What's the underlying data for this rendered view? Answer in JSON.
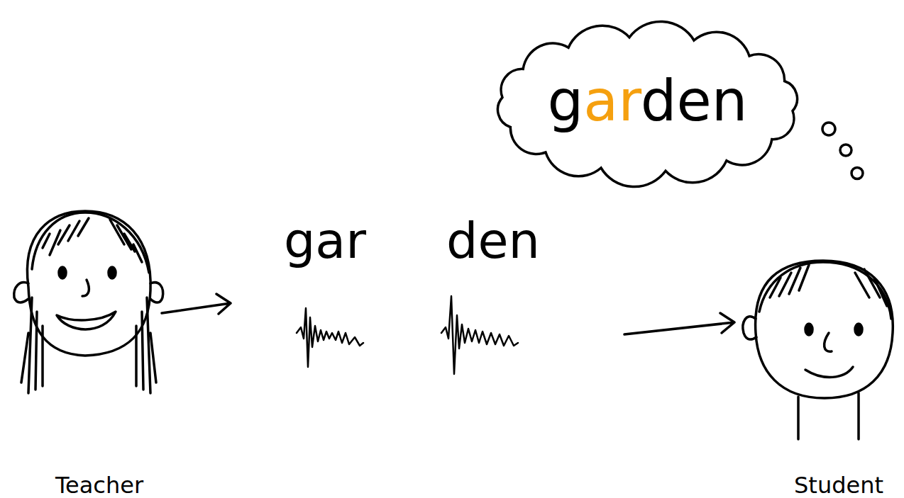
{
  "diagram": {
    "nodes": [
      {
        "text": [
          "garden"
        ]
      }
    ],
    "labels": [
      "gar",
      "den",
      "Teacher",
      "Student"
    ]
  }
}
